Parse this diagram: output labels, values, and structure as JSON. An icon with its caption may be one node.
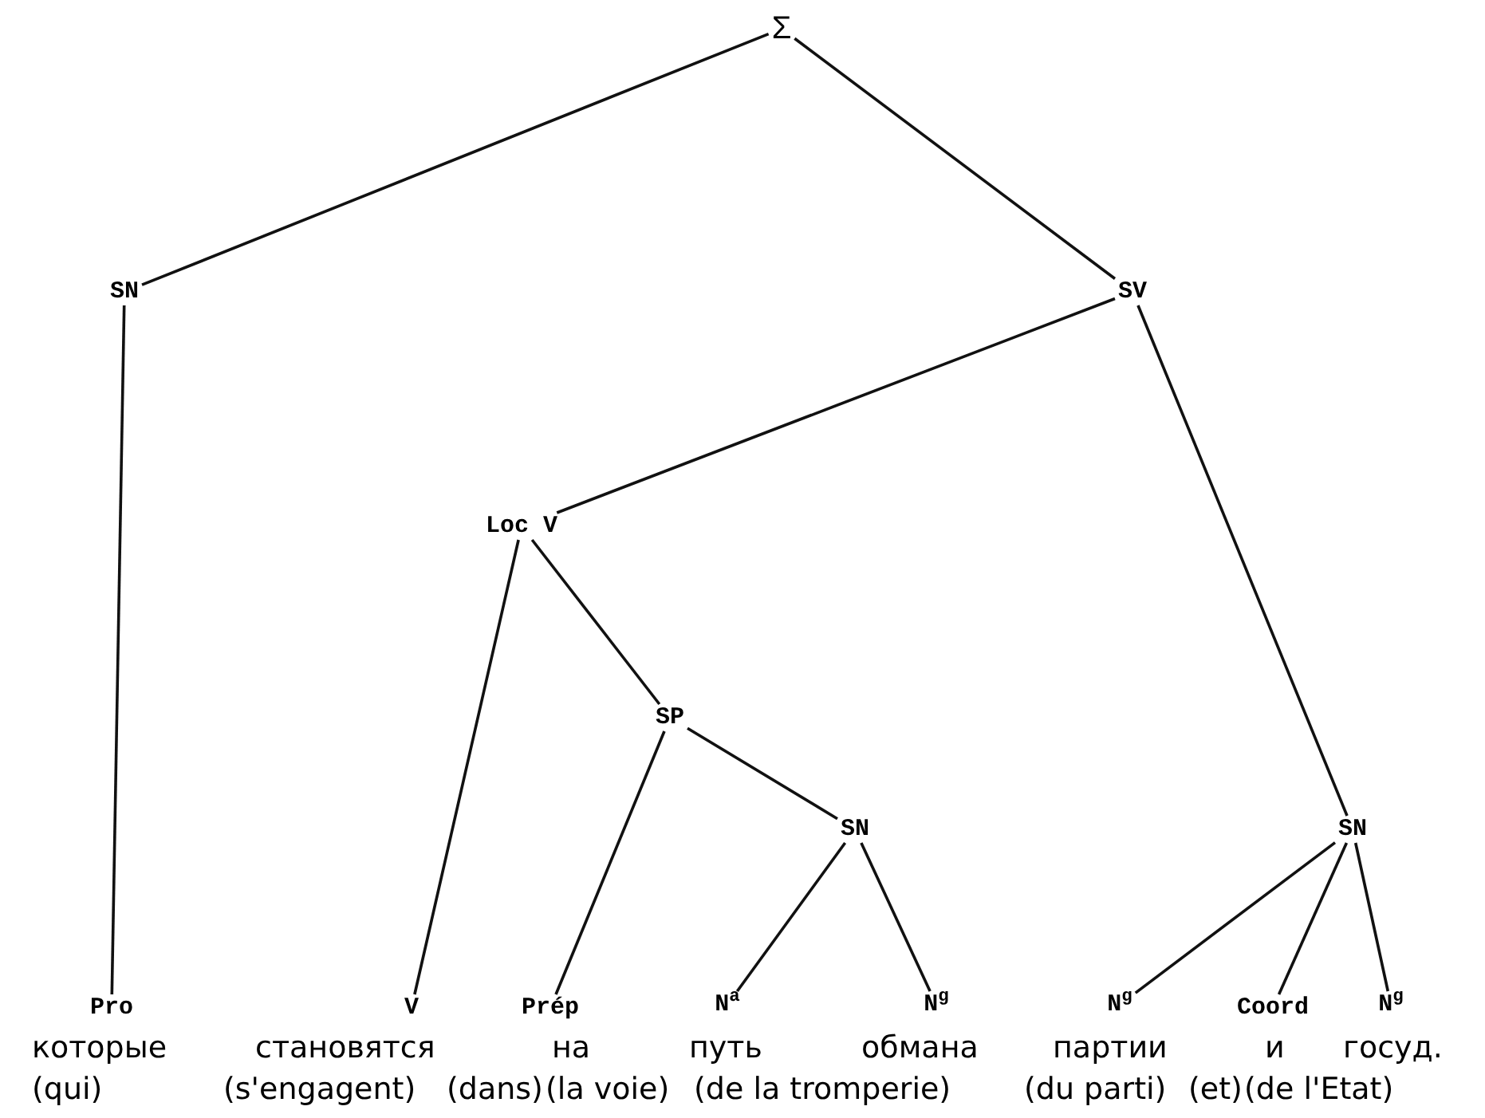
{
  "diagram": {
    "nodes": [
      {
        "text": [
          "Σ"
        ]
      },
      {
        "text": [
          "SN"
        ]
      },
      {
        "text": [
          "SV"
        ]
      },
      {
        "text": [
          "Loc V"
        ]
      },
      {
        "text": [
          "SP"
        ]
      },
      {
        "text": [
          "SN"
        ]
      },
      {
        "text": [
          "SN"
        ]
      },
      {
        "text": [
          "Pro"
        ]
      },
      {
        "text": [
          "V"
        ]
      },
      {
        "text": [
          "Prép"
        ]
      },
      {
        "text": [
          "N$^{a}$"
        ]
      },
      {
        "text": [
          "N$^{g}$"
        ]
      },
      {
        "text": [
          "N$^{g}$"
        ]
      },
      {
        "text": [
          "Coord"
        ]
      },
      {
        "text": [
          "N$^{g}$"
        ]
      }
    ],
    "edges": [
      {
        "from": 0,
        "to": 1,
        "arrow": "none"
      },
      {
        "from": 0,
        "to": 2,
        "arrow": "none"
      },
      {
        "from": 1,
        "to": 7,
        "arrow": "none"
      },
      {
        "from": 2,
        "to": 3,
        "arrow": "none"
      },
      {
        "from": 2,
        "to": 6,
        "arrow": "none"
      },
      {
        "from": 3,
        "to": 8,
        "arrow": "none"
      },
      {
        "from": 3,
        "to": 4,
        "arrow": "none"
      },
      {
        "from": 4,
        "to": 9,
        "arrow": "none"
      },
      {
        "from": 4,
        "to": 5,
        "arrow": "none"
      },
      {
        "from": 5,
        "to": 10,
        "arrow": "none"
      },
      {
        "from": 5,
        "to": 11,
        "arrow": "none"
      },
      {
        "from": 6,
        "to": 12,
        "arrow": "none"
      },
      {
        "from": 6,
        "to": 13,
        "arrow": "none"
      },
      {
        "from": 6,
        "to": 14,
        "arrow": "none"
      }
    ],
    "labels": [
      "которые",
      "становятся",
      "на",
      "путь",
      "обмана",
      "партии",
      "и",
      "госуд.",
      "(qui)",
      "(s'engagent)",
      "(dans)",
      "(la voie)",
      "(de la tromperie)",
      "(du parti)",
      "(et)",
      "(de l'Etat)"
    ]
  }
}
